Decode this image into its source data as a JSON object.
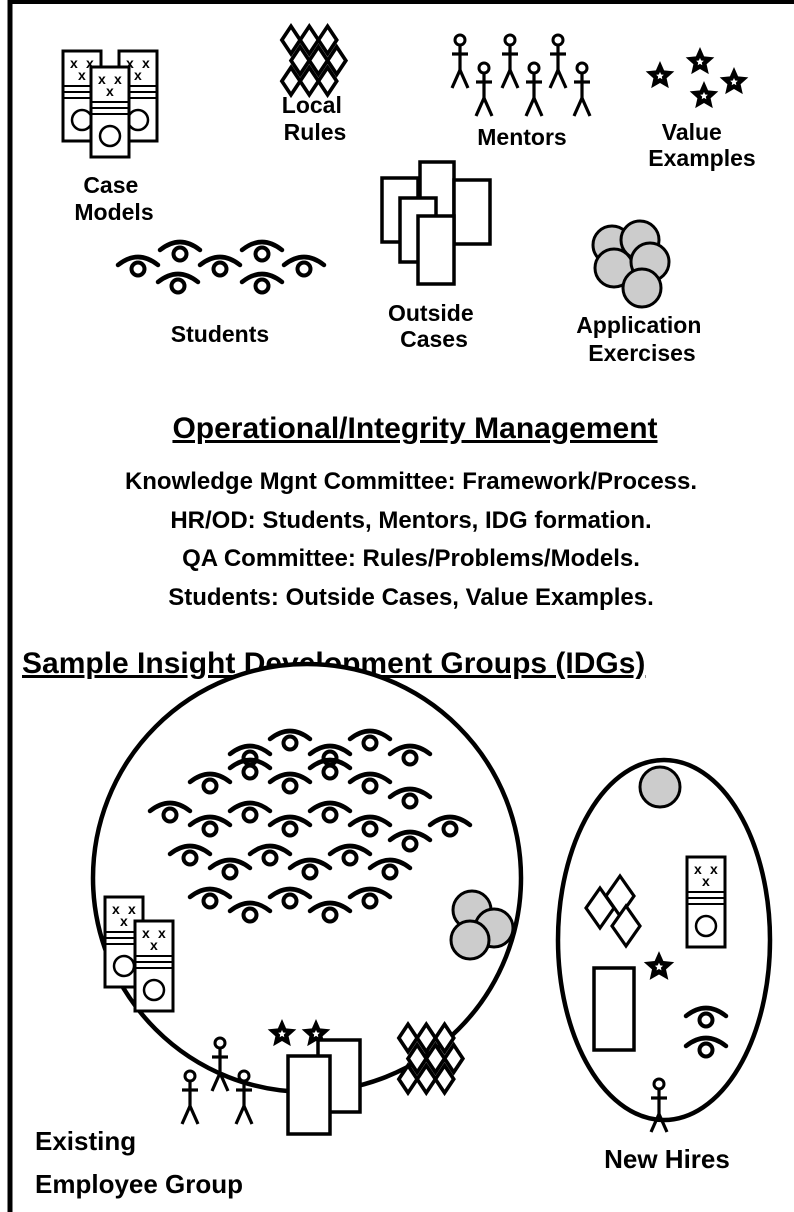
{
  "icons": {
    "case_models": "Case\nModels",
    "local_rules": "Local\nRules",
    "mentors": "Mentors",
    "value_examples": "Value\nExamples",
    "students": "Students",
    "outside_cases": "Outside\nCases",
    "application_exercises": "Application\nExercises"
  },
  "management": {
    "heading": "Operational/Integrity Management",
    "lines": [
      "Knowledge Mgnt Committee: Framework/Process.",
      "HR/OD: Students, Mentors, IDG formation.",
      "QA Committee: Rules/Problems/Models.",
      "Students: Outside Cases, Value Examples."
    ]
  },
  "idg": {
    "heading": "Sample Insight Development Groups (IDGs)",
    "existing_group": "Existing\nEmployee Group",
    "new_hires": "New Hires"
  },
  "colors": {
    "ink": "#000000",
    "circle_fill": "#cccccc",
    "background": "#ffffff"
  }
}
